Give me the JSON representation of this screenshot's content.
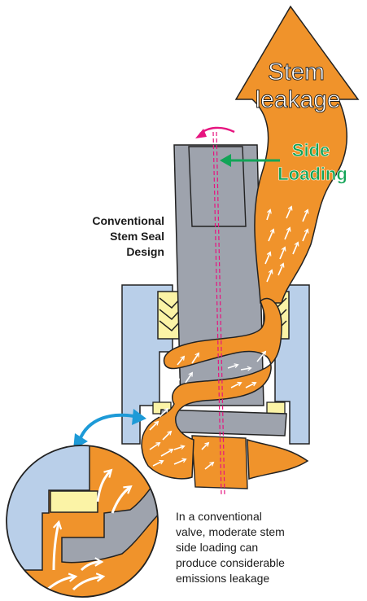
{
  "labels": {
    "stem_leakage": [
      "Stem",
      "leakage"
    ],
    "side_loading": [
      "Side",
      "Loading"
    ],
    "title": [
      "Conventional",
      "Stem Seal",
      "Design"
    ],
    "caption": [
      "In a conventional",
      "valve, moderate stem",
      "side loading can",
      "produce considerable",
      "emissions leakage"
    ]
  },
  "colors": {
    "leak_orange": "#f0932b",
    "stem_gray": "#9ea3ad",
    "body_blue": "#b9cfe9",
    "packing_yellow": "#fbf3a6",
    "side_loading_green": "#12a457",
    "rotation_magenta": "#e6147f",
    "detail_arrow_blue": "#1d9ad7"
  }
}
